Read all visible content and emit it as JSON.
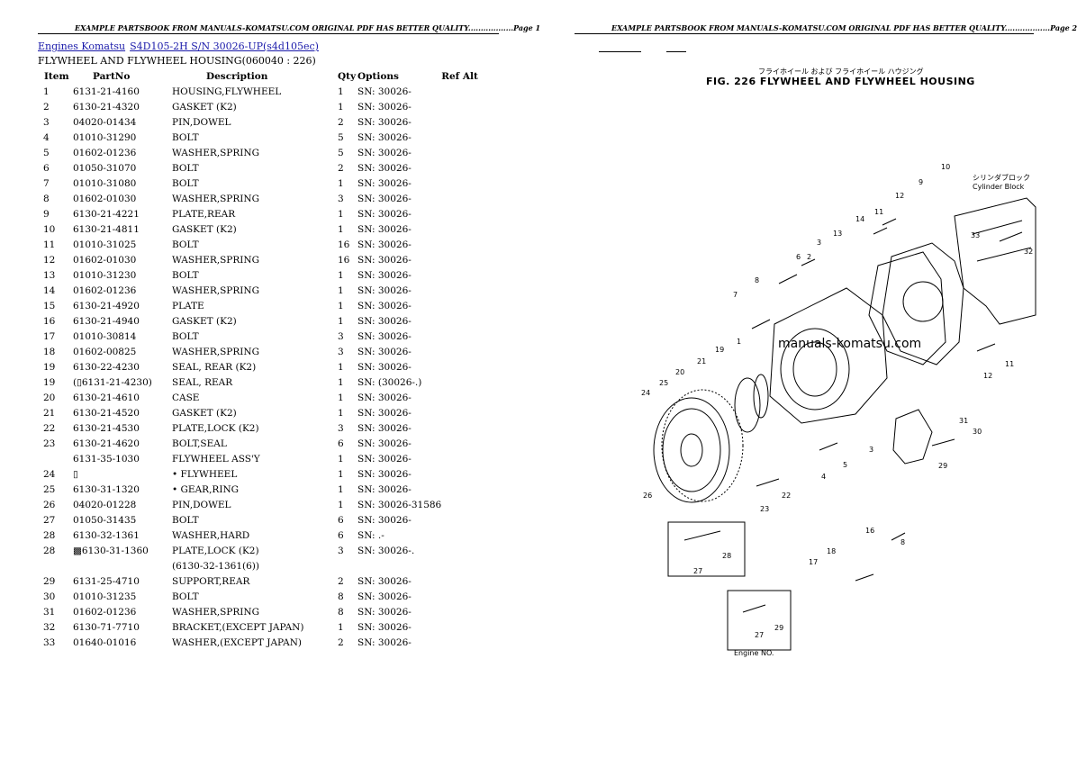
{
  "page1_header": "EXAMPLE PARTSBOOK FROM MANUALS-KOMATSU.COM ORIGINAL PDF HAS BETTER QUALITY..................Page 1",
  "page2_header": "EXAMPLE PARTSBOOK FROM MANUALS-KOMATSU.COM ORIGINAL PDF HAS BETTER QUALITY..................Page 2",
  "breadcrumb": {
    "link1": "Engines Komatsu",
    "link2": "S4D105-2H S/N 30026-UP(s4d105ec)"
  },
  "subtitle": "FLYWHEEL AND FLYWHEEL HOUSING(060040 : 226)",
  "table": {
    "headers": [
      "Item",
      "PartNo",
      "Description",
      "Qty",
      "Options",
      "Ref Alt"
    ],
    "rows": [
      [
        "1",
        "6131-21-4160",
        "HOUSING,FLYWHEEL",
        "1",
        "SN: 30026-",
        ""
      ],
      [
        "2",
        "6130-21-4320",
        "GASKET (K2)",
        "1",
        "SN: 30026-",
        ""
      ],
      [
        "3",
        "04020-01434",
        "PIN,DOWEL",
        "2",
        "SN: 30026-",
        ""
      ],
      [
        "4",
        "01010-31290",
        "BOLT",
        "5",
        "SN: 30026-",
        ""
      ],
      [
        "5",
        "01602-01236",
        "WASHER,SPRING",
        "5",
        "SN: 30026-",
        ""
      ],
      [
        "6",
        "01050-31070",
        "BOLT",
        "2",
        "SN: 30026-",
        ""
      ],
      [
        "7",
        "01010-31080",
        "BOLT",
        "1",
        "SN: 30026-",
        ""
      ],
      [
        "8",
        "01602-01030",
        "WASHER,SPRING",
        "3",
        "SN: 30026-",
        ""
      ],
      [
        "9",
        "6130-21-4221",
        "PLATE,REAR",
        "1",
        "SN: 30026-",
        ""
      ],
      [
        "10",
        "6130-21-4811",
        "GASKET (K2)",
        "1",
        "SN: 30026-",
        ""
      ],
      [
        "11",
        "01010-31025",
        "BOLT",
        "16",
        "SN: 30026-",
        ""
      ],
      [
        "12",
        "01602-01030",
        "WASHER,SPRING",
        "16",
        "SN: 30026-",
        ""
      ],
      [
        "13",
        "01010-31230",
        "BOLT",
        "1",
        "SN: 30026-",
        ""
      ],
      [
        "14",
        "01602-01236",
        "WASHER,SPRING",
        "1",
        "SN: 30026-",
        ""
      ],
      [
        "15",
        "6130-21-4920",
        "PLATE",
        "1",
        "SN: 30026-",
        ""
      ],
      [
        "16",
        "6130-21-4940",
        "GASKET (K2)",
        "1",
        "SN: 30026-",
        ""
      ],
      [
        "17",
        "01010-30814",
        "BOLT",
        "3",
        "SN: 30026-",
        ""
      ],
      [
        "18",
        "01602-00825",
        "WASHER,SPRING",
        "3",
        "SN: 30026-",
        ""
      ],
      [
        "19",
        "6130-22-4230",
        "SEAL, REAR (K2)",
        "1",
        "SN: 30026-",
        ""
      ],
      [
        "19",
        "(▯6131-21-4230)",
        "SEAL, REAR",
        "1",
        "SN: (30026-.)",
        ""
      ],
      [
        "20",
        "6130-21-4610",
        "CASE",
        "1",
        "SN: 30026-",
        ""
      ],
      [
        "21",
        "6130-21-4520",
        "GASKET (K2)",
        "1",
        "SN: 30026-",
        ""
      ],
      [
        "22",
        "6130-21-4530",
        "PLATE,LOCK (K2)",
        "3",
        "SN: 30026-",
        ""
      ],
      [
        "23",
        "6130-21-4620",
        "BOLT,SEAL",
        "6",
        "SN: 30026-",
        ""
      ],
      [
        "",
        "6131-35-1030",
        "FLYWHEEL ASS'Y",
        "1",
        "SN: 30026-",
        ""
      ],
      [
        "24",
        "▯",
        "• FLYWHEEL",
        "1",
        "SN: 30026-",
        ""
      ],
      [
        "25",
        "6130-31-1320",
        "• GEAR,RING",
        "1",
        "SN: 30026-",
        ""
      ],
      [
        "26",
        "04020-01228",
        "PIN,DOWEL",
        "1",
        "SN: 30026-31586",
        ""
      ],
      [
        "27",
        "01050-31435",
        "BOLT",
        "6",
        "SN: 30026-",
        ""
      ],
      [
        "28",
        "6130-32-1361",
        "WASHER,HARD",
        "6",
        "SN: .-",
        ""
      ],
      [
        "28",
        "▩6130-31-1360",
        "PLATE,LOCK (K2)",
        "3",
        "SN: 30026-.",
        ""
      ],
      [
        "",
        "",
        "(6130-32-1361(6))",
        "",
        "",
        ""
      ],
      [
        "29",
        "6131-25-4710",
        "SUPPORT,REAR",
        "2",
        "SN: 30026-",
        ""
      ],
      [
        "30",
        "01010-31235",
        "BOLT",
        "8",
        "SN: 30026-",
        ""
      ],
      [
        "31",
        "01602-01236",
        "WASHER,SPRING",
        "8",
        "SN: 30026-",
        ""
      ],
      [
        "32",
        "6130-71-7710",
        "BRACKET,(EXCEPT JAPAN)",
        "1",
        "SN: 30026-",
        ""
      ],
      [
        "33",
        "01640-01016",
        "WASHER,(EXCEPT JAPAN)",
        "2",
        "SN: 30026-",
        ""
      ]
    ]
  },
  "figure": {
    "jp_title": "フライホイール および フライホイール ハウジング",
    "title": "FIG. 226  FLYWHEEL  AND  FLYWHEEL  HOUSING",
    "watermark": "manuals-komatsu.com",
    "block_jp": "シリンダブロック",
    "block_en": "Cylinder Block",
    "engine_no": "Engine NO.",
    "callouts": [
      "10",
      "9",
      "12",
      "11",
      "14",
      "13",
      "3",
      "2",
      "33",
      "32",
      "6",
      "8",
      "7",
      "1",
      "12",
      "11",
      "19",
      "21",
      "20",
      "24",
      "25",
      "3",
      "31",
      "30",
      "29",
      "5",
      "4",
      "22",
      "23",
      "26",
      "16",
      "18",
      "8",
      "17",
      "28",
      "27",
      "29",
      "27"
    ]
  }
}
